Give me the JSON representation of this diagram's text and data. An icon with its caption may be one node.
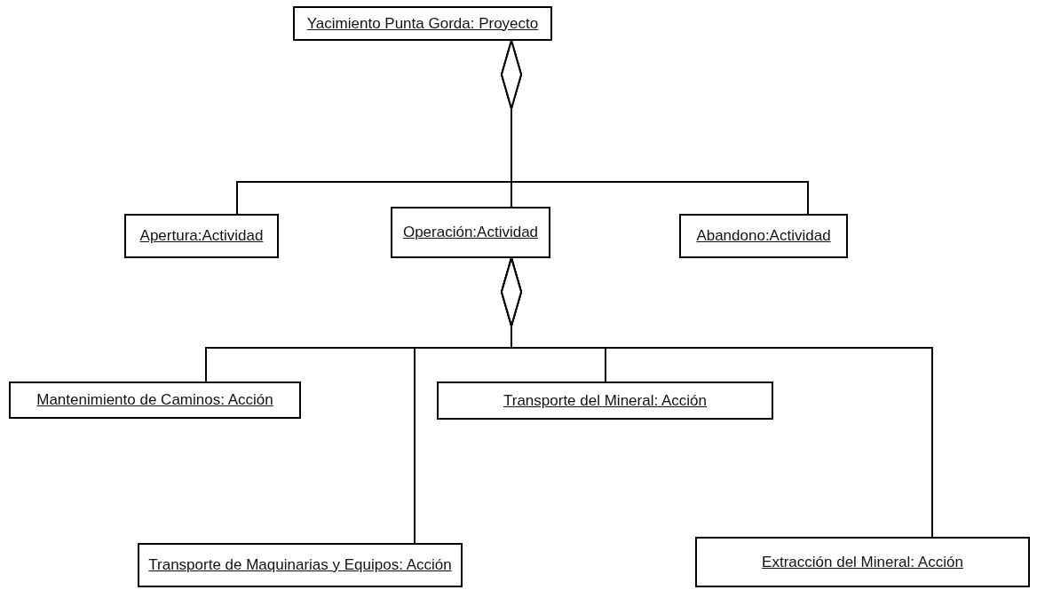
{
  "diagram": {
    "nodes": [
      {
        "text": [
          "Yacimiento Punta Gorda: Proyecto"
        ]
      },
      {
        "text": [
          "Apertura:Actividad"
        ]
      },
      {
        "text": [
          "Operación:Actividad"
        ]
      },
      {
        "text": [
          "Abandono:Actividad"
        ]
      },
      {
        "text": [
          "Mantenimiento de Caminos: Acción"
        ]
      },
      {
        "text": [
          "Transporte del Mineral: Acción"
        ]
      },
      {
        "text": [
          "Transporte de Maquinarias y Equipos: Acción"
        ]
      },
      {
        "text": [
          "Extracción del Mineral: Acción"
        ]
      }
    ],
    "edges": [
      {
        "from": 1,
        "to": 0,
        "arrow": "other"
      },
      {
        "from": 2,
        "to": 0,
        "arrow": "other"
      },
      {
        "from": 3,
        "to": 0,
        "arrow": "other"
      },
      {
        "from": 4,
        "to": 2,
        "arrow": "other"
      },
      {
        "from": 6,
        "to": 2,
        "arrow": "other"
      },
      {
        "from": 5,
        "to": 2,
        "arrow": "other"
      },
      {
        "from": 7,
        "to": 2,
        "arrow": "other"
      }
    ]
  }
}
